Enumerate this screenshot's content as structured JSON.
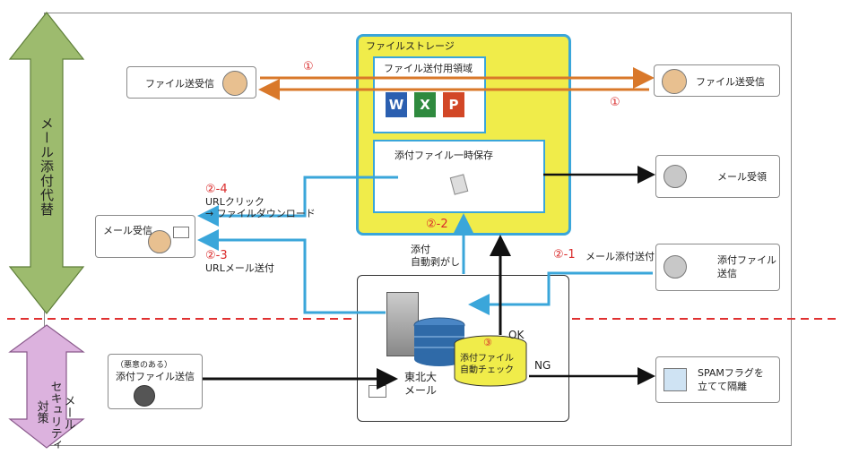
{
  "side": {
    "upper_label": "メール添付代替",
    "lower_label": "メール\nセキュリティ\n対策"
  },
  "storage": {
    "title": "ファイルストレージ",
    "area1": "ファイル送付用領域",
    "area2": "添付ファイル一時保存",
    "step2_2": "②-2"
  },
  "nodes": {
    "left_top": "ファイル送受信",
    "right_top": "ファイル送受信",
    "left_mail": "メール受信",
    "right_mail": "メール受領",
    "right_attach": "添付ファイル\n送信",
    "left_bottom_small": "（悪意のある）",
    "left_bottom": "添付ファイル送信",
    "spam": "SPAMフラグを\n立てて隔離"
  },
  "labels": {
    "c1_top": "①",
    "c1_bottom": "①",
    "s2_4": "②-4",
    "url_click_1": "URLクリック",
    "url_click_2": "→ ファイルダウンロード",
    "s2_3": "②-3",
    "url_send": "URLメール送付",
    "detach_1": "添付",
    "detach_2": "自動剥がし",
    "s2_1": "②-1",
    "mail_attach_send": "メール添付送付",
    "ok": "OK",
    "ng": "NG"
  },
  "server": {
    "name": "東北大\nメール",
    "db_num": "③",
    "db_label": "添付ファイル\n自動チェック"
  },
  "colors": {
    "orange": "#d9782a",
    "blue": "#3aa6da",
    "yellow": "#f0ec4a",
    "green": "#9dbb6e",
    "purple": "#dcb2de",
    "red_dash": "#e03030"
  }
}
